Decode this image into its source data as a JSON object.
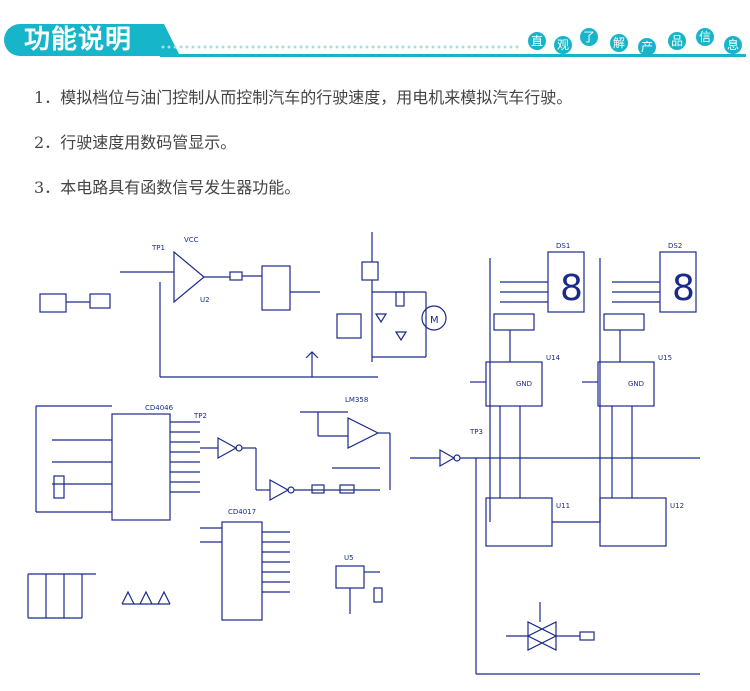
{
  "header": {
    "title": "功能说明",
    "slogan_chars": [
      "直",
      "观",
      "了",
      "解",
      "产",
      "品",
      "信",
      "息"
    ]
  },
  "items": [
    {
      "num": "1．",
      "text": "模拟档位与油门控制从而控制汽车的行驶速度，用电机来模拟汽车行驶。"
    },
    {
      "num": "2．",
      "text": "行驶速度用数码管显示。"
    },
    {
      "num": "3．",
      "text": "本电路具有函数信号发生器功能。"
    }
  ],
  "schematic": {
    "labels": {
      "vcc": "VCC",
      "u2": "U2",
      "u4": "CD4046",
      "u6": "CD4017",
      "u5": "U5",
      "lm": "LM358",
      "ds1": "DS1",
      "ds2": "DS2",
      "u14": "U14",
      "u15": "U15",
      "u11": "U11",
      "u12": "U12",
      "motor": "M",
      "gnd": "GND",
      "tp1": "TP1",
      "tp2": "TP2",
      "tp3": "TP3"
    },
    "seg_digit": "8",
    "colors": {
      "accent": "#16b5c9",
      "line": "#1a2a8a"
    }
  }
}
